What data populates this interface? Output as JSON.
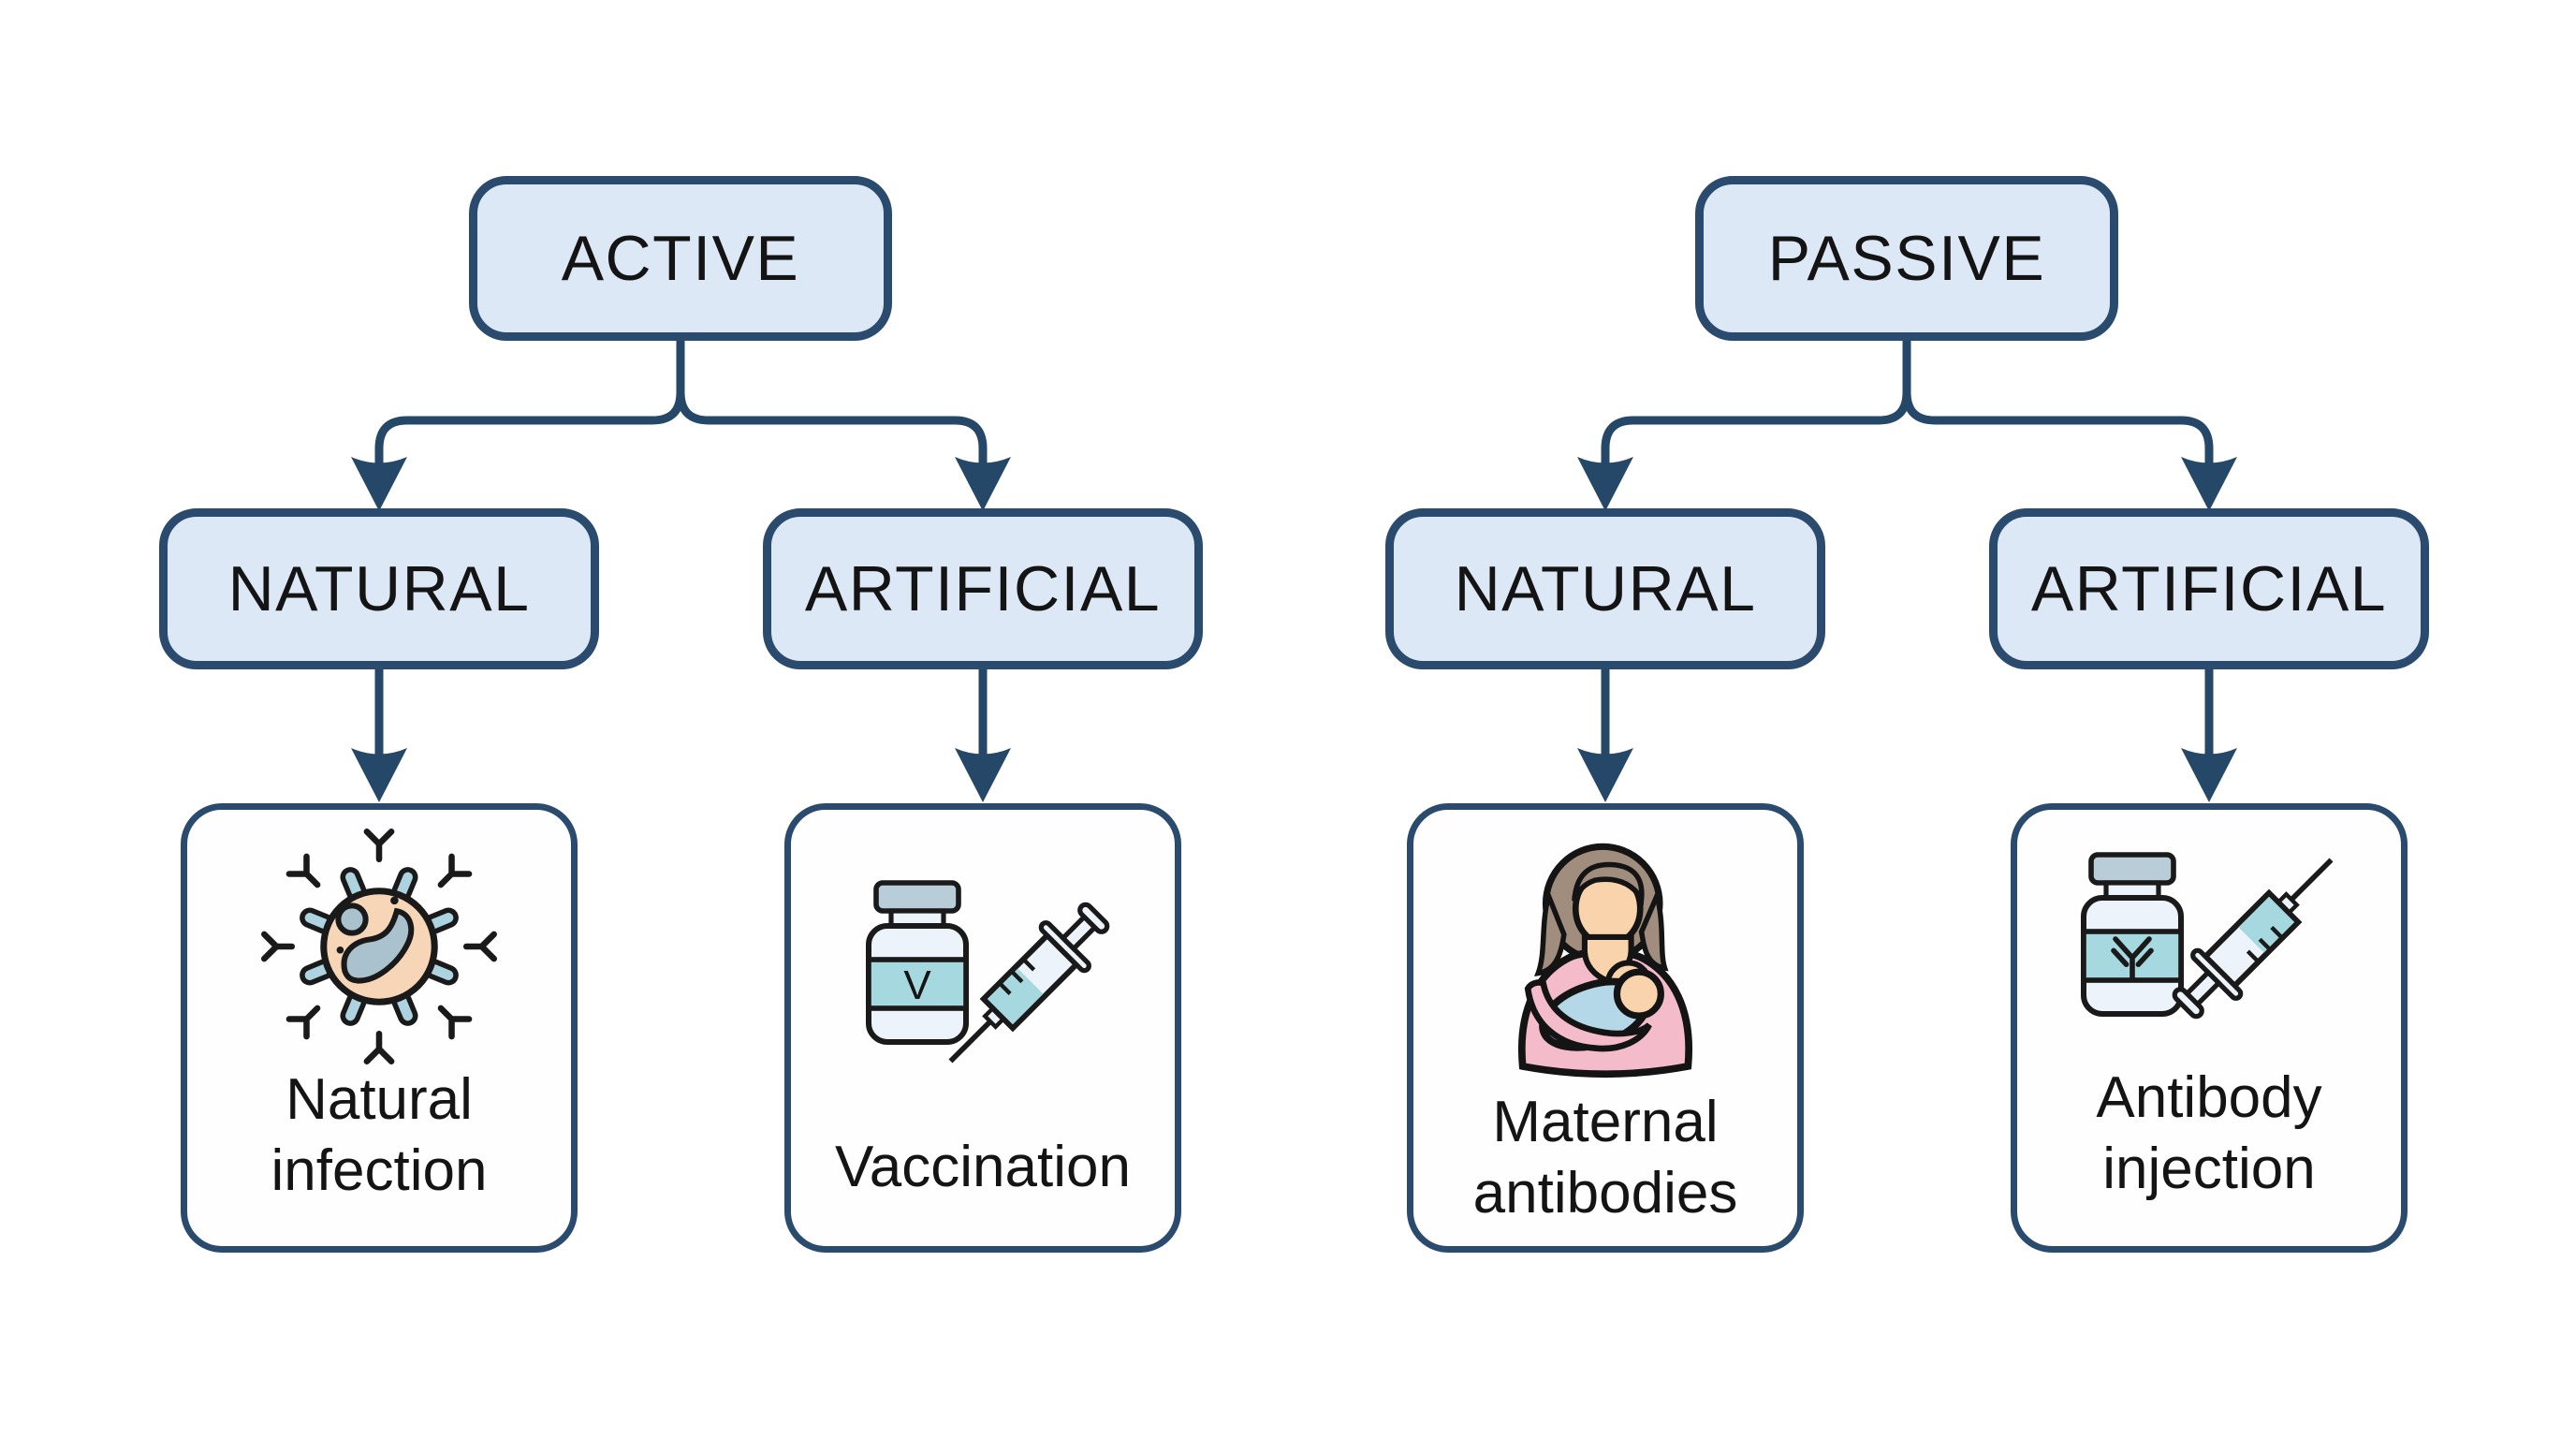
{
  "diagram": {
    "colors": {
      "node_fill": "#dce8f6",
      "node_border": "#2b4b6e",
      "arrow": "#254768",
      "leaf_fill": "#fefeff",
      "text": "#141414",
      "icon_teal": "#a6d8df",
      "icon_light_blue": "#aed3e0",
      "icon_peach": "#f6d6b6",
      "icon_pink": "#f4bccb",
      "icon_hair_brown": "#a18d7e",
      "icon_baby_blue": "#b5d8e8"
    },
    "trees": [
      {
        "root": {
          "label": "ACTIVE"
        },
        "children": [
          {
            "label": "NATURAL",
            "leaf": {
              "icon": "pathogen-icon",
              "caption": "Natural infection"
            }
          },
          {
            "label": "ARTIFICIAL",
            "leaf": {
              "icon": "vaccine-vial-syringe-icon",
              "caption": "Vaccination",
              "vial_letter": "V"
            }
          }
        ]
      },
      {
        "root": {
          "label": "PASSIVE"
        },
        "children": [
          {
            "label": "NATURAL",
            "leaf": {
              "icon": "breastfeeding-mother-icon",
              "caption": "Maternal antibodies"
            }
          },
          {
            "label": "ARTIFICIAL",
            "leaf": {
              "icon": "antibody-vial-syringe-icon",
              "caption": "Antibody injection"
            }
          }
        ]
      }
    ]
  }
}
